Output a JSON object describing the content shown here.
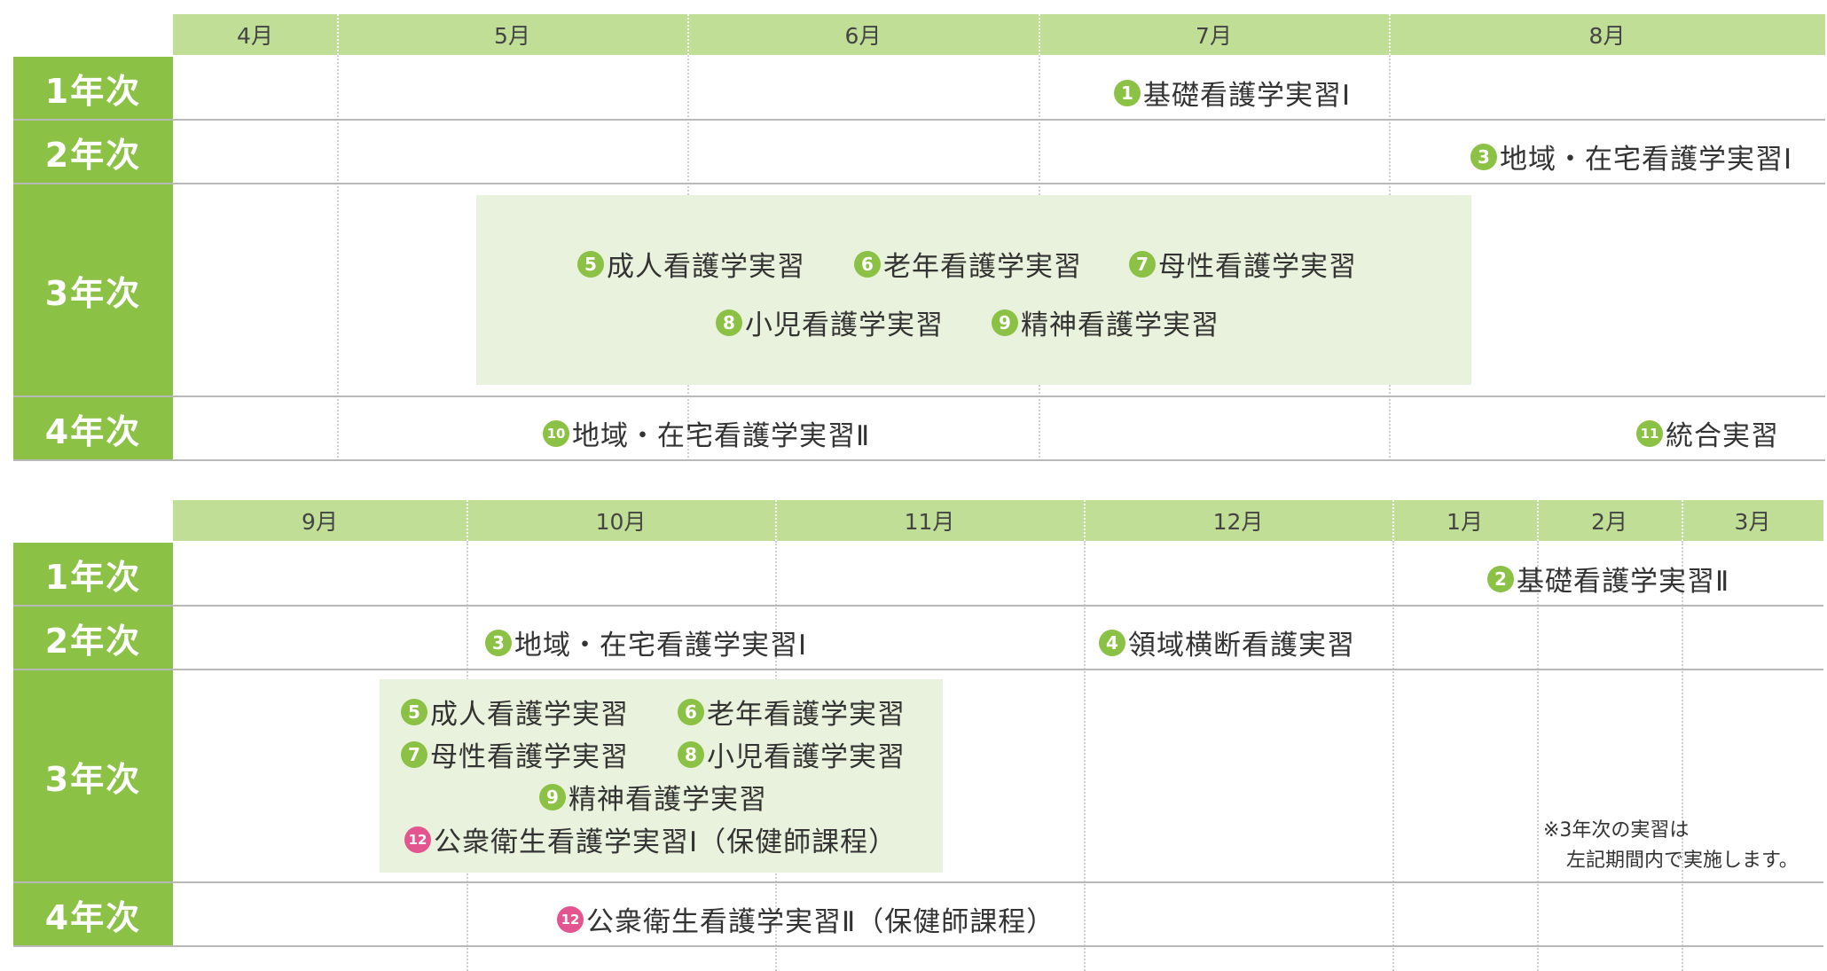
{
  "top": {
    "months": [
      "4月",
      "5月",
      "6月",
      "7月",
      "8月"
    ],
    "years": [
      "1年次",
      "2年次",
      "3年次",
      "4年次"
    ],
    "items": {
      "y1_kiso1": {
        "num": "1",
        "label": "基礎看護学実習Ⅰ"
      },
      "y2_chiiki1": {
        "num": "3",
        "label": "地域・在宅看護学実習Ⅰ"
      },
      "y3_seijin": {
        "num": "5",
        "label": "成人看護学実習"
      },
      "y3_ronen": {
        "num": "6",
        "label": "老年看護学実習"
      },
      "y3_bosei": {
        "num": "7",
        "label": "母性看護学実習"
      },
      "y3_shoni": {
        "num": "8",
        "label": "小児看護学実習"
      },
      "y3_seishin": {
        "num": "9",
        "label": "精神看護学実習"
      },
      "y4_chiiki2": {
        "num": "10",
        "label": "地域・在宅看護学実習Ⅱ"
      },
      "y4_togo": {
        "num": "11",
        "label": "統合実習"
      }
    }
  },
  "bottom": {
    "months": [
      "9月",
      "10月",
      "11月",
      "12月",
      "1月",
      "2月",
      "3月"
    ],
    "years": [
      "1年次",
      "2年次",
      "3年次",
      "4年次"
    ],
    "items": {
      "y1_kiso2": {
        "num": "2",
        "label": "基礎看護学実習Ⅱ"
      },
      "y2_chiiki1": {
        "num": "3",
        "label": "地域・在宅看護学実習Ⅰ"
      },
      "y2_ryoiki": {
        "num": "4",
        "label": "領域横断看護実習"
      },
      "y3_seijin": {
        "num": "5",
        "label": "成人看護学実習"
      },
      "y3_ronen": {
        "num": "6",
        "label": "老年看護学実習"
      },
      "y3_bosei": {
        "num": "7",
        "label": "母性看護学実習"
      },
      "y3_shoni": {
        "num": "8",
        "label": "小児看護学実習"
      },
      "y3_seishin": {
        "num": "9",
        "label": "精神看護学実習"
      },
      "y3_kosyu1": {
        "num": "12",
        "label": "公衆衛生看護学実習Ⅰ（保健師課程）"
      },
      "y4_kosyu2": {
        "num": "12",
        "label": "公衆衛生看護学実習Ⅱ（保健師課程）"
      }
    },
    "note_line1": "※3年次の実習は",
    "note_line2": "左記期間内で実施します。"
  },
  "colors": {
    "header": "#c1de96",
    "year_bg": "#8bc145",
    "panel": "#e9f2dc",
    "badge_green": "#8bc145",
    "badge_pink": "#e2558f"
  }
}
